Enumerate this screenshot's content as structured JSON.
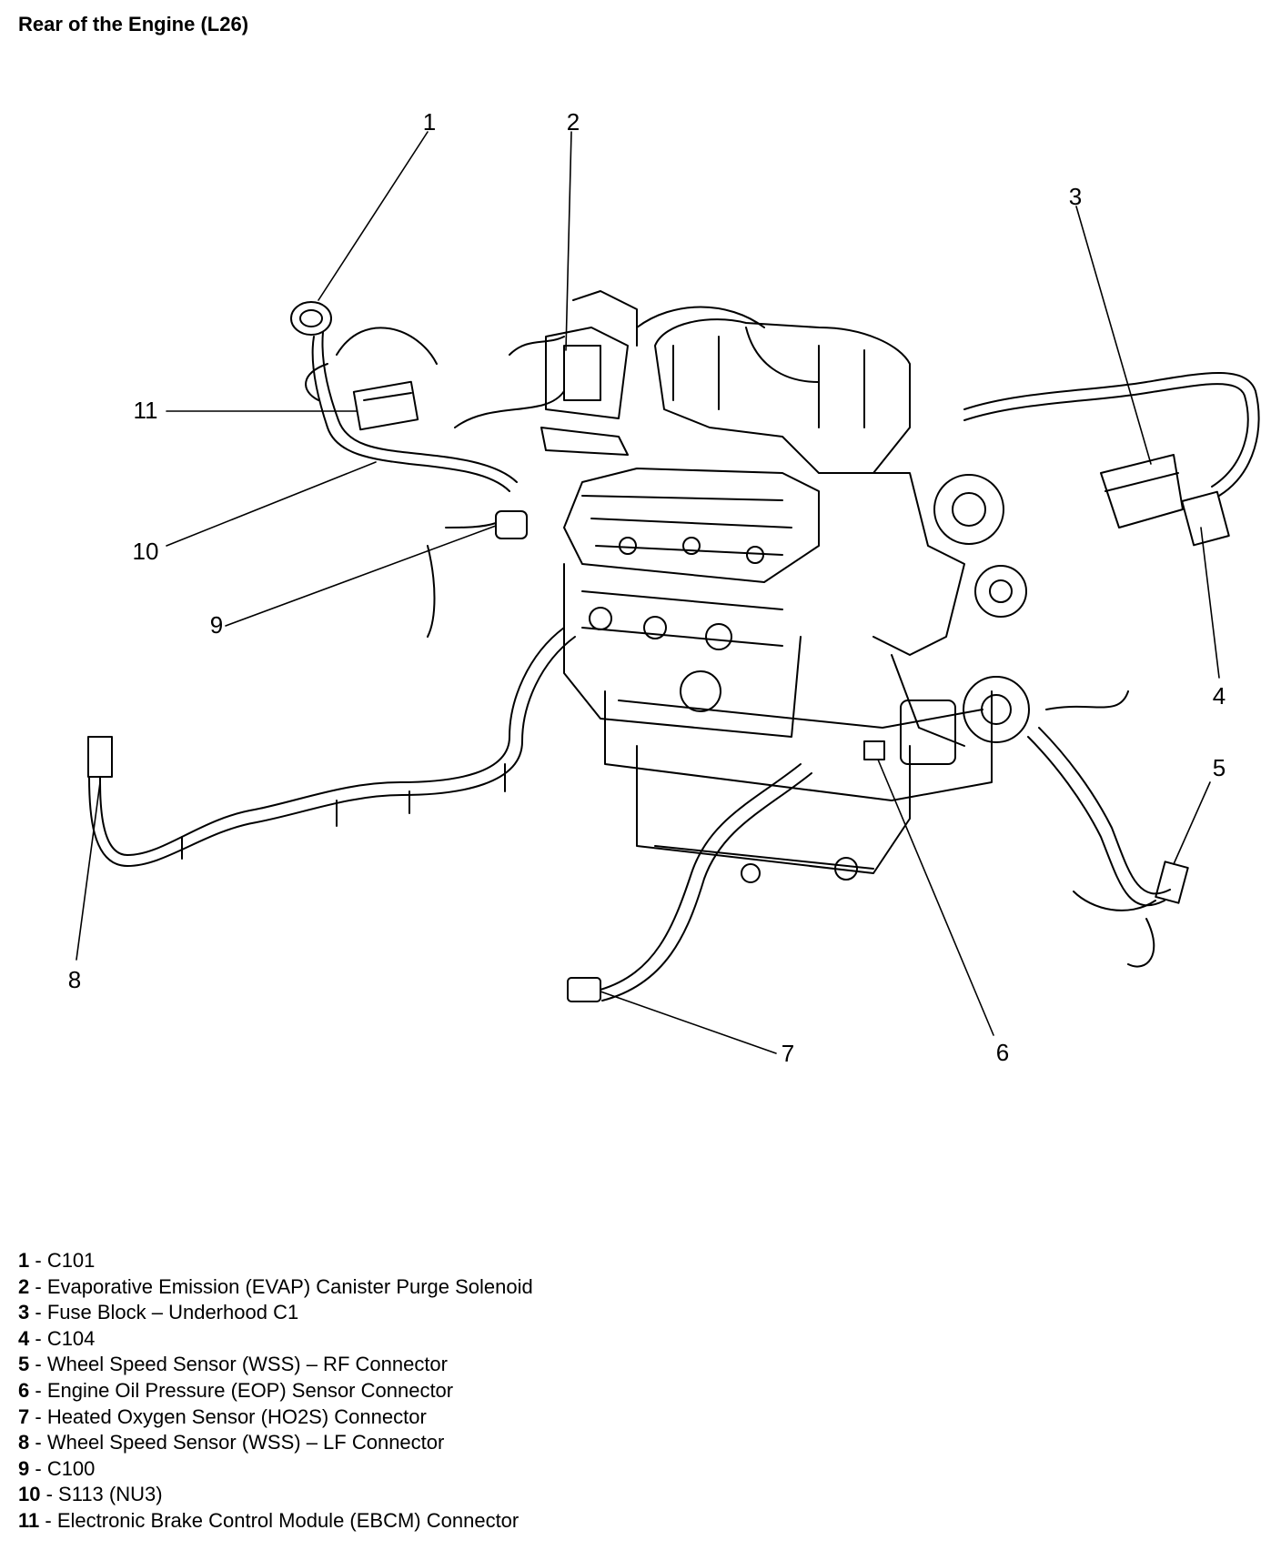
{
  "title": "Rear of the Engine (L26)",
  "callouts": [
    {
      "num": "1"
    },
    {
      "num": "2"
    },
    {
      "num": "3"
    },
    {
      "num": "4"
    },
    {
      "num": "5"
    },
    {
      "num": "6"
    },
    {
      "num": "7"
    },
    {
      "num": "8"
    },
    {
      "num": "9"
    },
    {
      "num": "10"
    },
    {
      "num": "11"
    }
  ],
  "legend": [
    {
      "num": "1",
      "sep": " - ",
      "text": "C101"
    },
    {
      "num": "2",
      "sep": " - ",
      "text": "Evaporative Emission (EVAP) Canister Purge Solenoid"
    },
    {
      "num": "3",
      "sep": " - ",
      "text": "Fuse Block – Underhood C1"
    },
    {
      "num": "4",
      "sep": " - ",
      "text": "C104"
    },
    {
      "num": "5",
      "sep": " - ",
      "text": "Wheel Speed Sensor (WSS) – RF Connector"
    },
    {
      "num": "6",
      "sep": " - ",
      "text": "Engine Oil Pressure (EOP) Sensor Connector"
    },
    {
      "num": "7",
      "sep": " - ",
      "text": "Heated Oxygen Sensor (HO2S) Connector"
    },
    {
      "num": "8",
      "sep": " - ",
      "text": "Wheel Speed Sensor (WSS) – LF Connector"
    },
    {
      "num": "9",
      "sep": " - ",
      "text": "C100"
    },
    {
      "num": "10",
      "sep": " - ",
      "text": "S113 (NU3)"
    },
    {
      "num": "11",
      "sep": " - ",
      "text": "Electronic Brake Control Module (EBCM) Connector"
    }
  ]
}
